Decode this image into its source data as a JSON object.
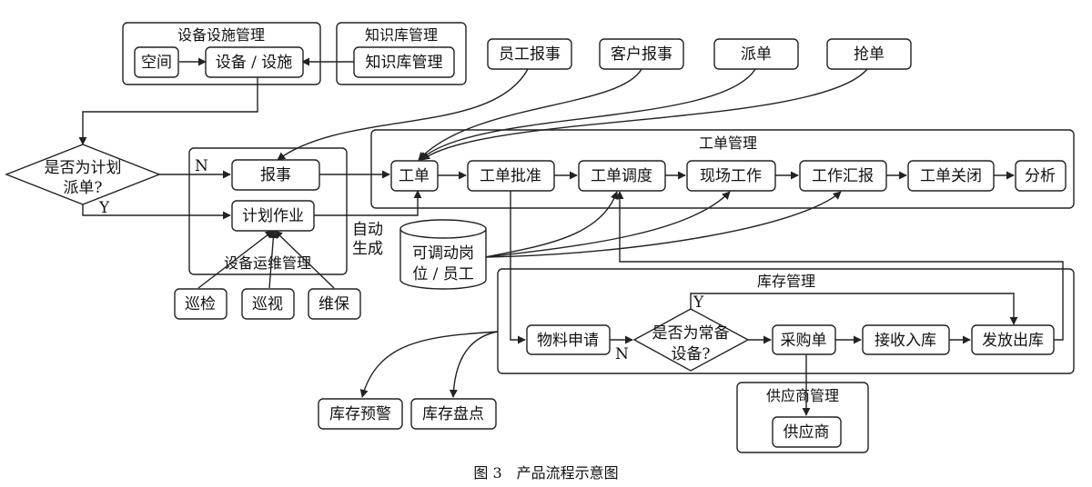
{
  "groups": {
    "facility_mgmt": "设备设施管理",
    "knowledge_mgmt": "知识库管理",
    "ops_mgmt": "设备运维管理",
    "workorder_mgmt": "工单管理",
    "inventory_mgmt": "库存管理",
    "supplier_mgmt": "供应商管理"
  },
  "nodes": {
    "space": "空间",
    "equipment": "设备 / 设施",
    "knowledge": "知识库管理",
    "staff_report": "员工报事",
    "customer_report": "客户报事",
    "dispatch": "派单",
    "grab": "抢单",
    "plan_question_1": "是否为计划",
    "plan_question_2": "派单?",
    "report": "报事",
    "plan_task": "计划作业",
    "patrol": "巡检",
    "inspect": "巡视",
    "maintain": "维保",
    "workorder": "工单",
    "approve": "工单批准",
    "schedule": "工单调度",
    "onsite": "现场工作",
    "work_report": "工作汇报",
    "close": "工单关闭",
    "analysis": "分析",
    "staff_pool_1": "可调动岗",
    "staff_pool_2": "位 / 员工",
    "material_request": "物料申请",
    "stock_question_1": "是否为常备",
    "stock_question_2": "设备?",
    "purchase": "采购单",
    "receive": "接收入库",
    "issue": "发放出库",
    "supplier": "供应商",
    "stock_alert": "库存预警",
    "stock_count": "库存盘点"
  },
  "edge_labels": {
    "no_1": "N",
    "yes_1": "Y",
    "auto_1": "自动",
    "auto_2": "生成",
    "yes_2": "Y",
    "no_2": "N"
  },
  "caption": "图 3　产品流程示意图"
}
